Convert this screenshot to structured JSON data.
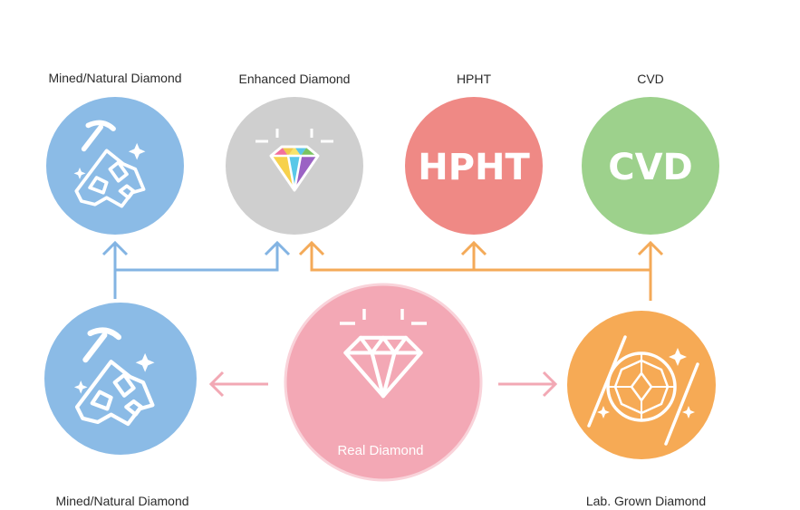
{
  "labels": {
    "top_mined": "Mined/Natural Diamond",
    "top_enhanced": "Enhanced Diamond",
    "top_hpht": "HPHT",
    "top_cvd": "CVD",
    "bottom_mined": "Mined/Natural Diamond",
    "center_real": "Real Diamond",
    "bottom_lab": "Lab. Grown Diamond"
  },
  "circle_text": {
    "hpht": "HPHT",
    "cvd": "CVD"
  },
  "colors": {
    "mined_blue": "#8bbbe6",
    "enhanced_gray": "#cfcfcf",
    "hpht_red": "#ef8985",
    "cvd_green": "#9dd18c",
    "real_pink": "#f3a8b5",
    "lab_orange": "#f6aa55",
    "arrow_blue": "#83b4e3",
    "arrow_orange": "#f4aa58",
    "arrow_pink": "#f2a8b4"
  },
  "icons": {
    "mined": "pickaxe-rocks-icon",
    "enhanced": "colorful-diamond-icon",
    "real": "diamond-outline-icon",
    "lab": "round-cut-diamond-icon"
  }
}
